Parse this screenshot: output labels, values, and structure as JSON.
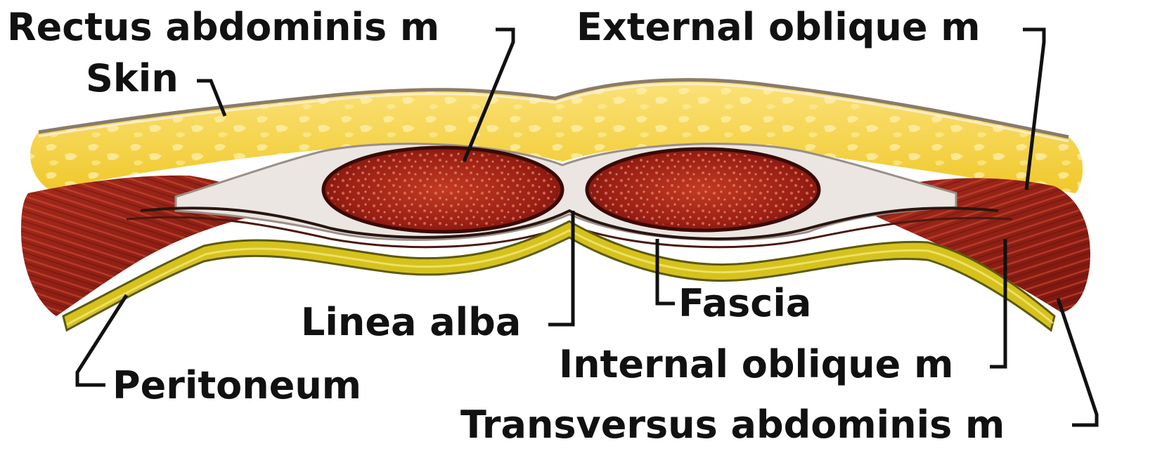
{
  "diagram": {
    "labels": {
      "rectus_abdominis": "Rectus abdominis m",
      "skin": "Skin",
      "external_oblique": "External oblique m",
      "linea_alba": "Linea alba",
      "fascia": "Fascia",
      "internal_oblique": "Internal oblique m",
      "peritoneum": "Peritoneum",
      "transversus_abdominis": "Transversus abdominis m"
    },
    "colors": {
      "skin_line": "#8a7b6a",
      "fat": "#f2d53a",
      "fat_light": "#fbe98a",
      "muscle": "#8b1a12",
      "muscle_light": "#c0392b",
      "fascia": "#e9e4e0",
      "peritoneum": "#d8c21a",
      "leader": "#111111"
    }
  }
}
